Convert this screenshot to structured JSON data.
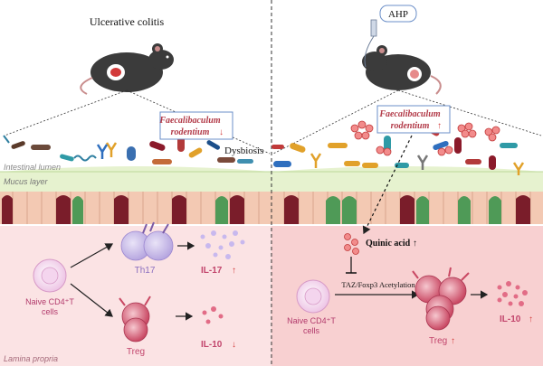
{
  "left": {
    "title": "Ulcerative colitis",
    "bacteria_box_line1": "Faecalibaculum",
    "bacteria_box_line2": "rodentium",
    "bacteria_box_arrow": "↓",
    "dysbiosis": "Dysbiosis",
    "naive_cell_line1": "Naive CD4⁺T",
    "naive_cell_line2": "cells",
    "th17": "Th17",
    "il17": "IL-17",
    "il17_arrow": "↑",
    "treg": "Treg",
    "il10": "IL-10",
    "il10_arrow": "↓"
  },
  "right": {
    "title": "AHP",
    "bacteria_box_line1": "Faecalibaculum",
    "bacteria_box_line2": "rodentium",
    "bacteria_box_arrow": "↑",
    "quinic_acid": "Quinic acid",
    "quinic_arrow": "↑",
    "acetylation": "TAZ/Foxp3 Acetylation",
    "naive_cell_line1": "Naive CD4⁺T",
    "naive_cell_line2": "cells",
    "treg": "Treg",
    "treg_arrow": "↑",
    "il10": "IL-10",
    "il10_arrow": "↑"
  },
  "layers": {
    "intestinal_lumen": "Intestinal lumen",
    "mucus_layer": "Mucus layer",
    "lamina_propria": "Lamina propria"
  },
  "colors": {
    "mucus": "#e6f2cf",
    "epithelium": "#f3c9b3",
    "goblet": "#7a1d2a",
    "lp_left": "#fbe3e4",
    "lp_right": "#f8d0d1",
    "label_red": "#b23a48",
    "label_pink": "#c2456c",
    "box_border": "#6b8fc8"
  }
}
